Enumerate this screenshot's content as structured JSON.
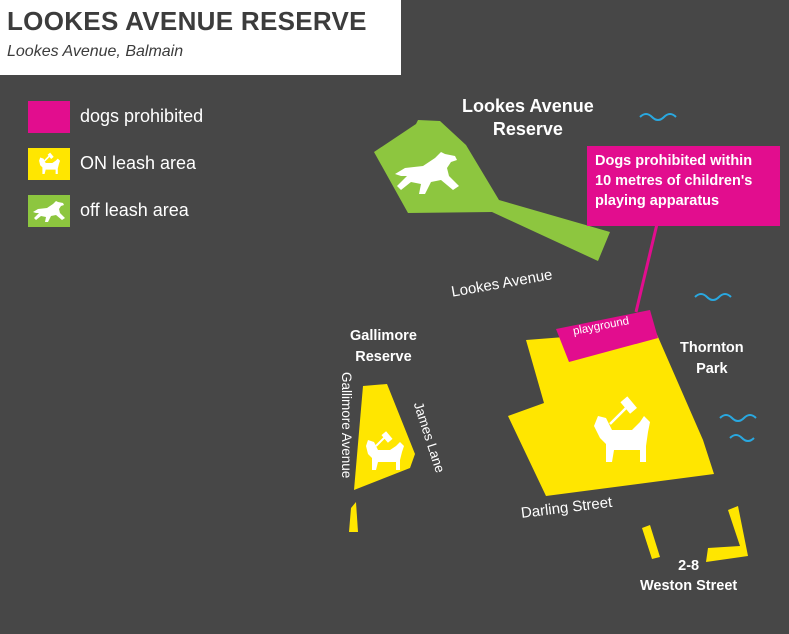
{
  "header": {
    "title": "LOOKES AVENUE RESERVE",
    "subtitle": "Lookes Avenue, Balmain"
  },
  "legend": [
    {
      "label": "dogs prohibited",
      "color": "#e20d8e",
      "icon": "none"
    },
    {
      "label": "ON leash area",
      "color": "#ffe600",
      "icon": "leashed-dog-icon"
    },
    {
      "label": "off leash area",
      "color": "#8dc63f",
      "icon": "running-dog-icon"
    }
  ],
  "areas": {
    "lookes_reserve": {
      "name_line1": "Lookes Avenue",
      "name_line2": "Reserve",
      "zone": "off leash area"
    },
    "gallimore_reserve": {
      "name_line1": "Gallimore",
      "name_line2": "Reserve",
      "zone": "ON leash area"
    },
    "thornton_park": {
      "name_line1": "Thornton",
      "name_line2": "Park",
      "zone": "ON leash area"
    },
    "weston_street": {
      "name_line1": "2-8",
      "name_line2": "Weston Street",
      "zone": "ON leash area"
    },
    "playground": {
      "label": "playground",
      "zone": "dogs prohibited"
    }
  },
  "streets": {
    "lookes_avenue": "Lookes Avenue",
    "gallimore_avenue": "Gallimore Avenue",
    "james_lane": "James Lane",
    "darling_street": "Darling Street"
  },
  "callout": {
    "line1": "Dogs prohibited within",
    "line2": "10 metres of children's",
    "line3": "playing apparatus"
  },
  "colors": {
    "background": "#474747",
    "prohibited": "#e20d8e",
    "on_leash": "#ffe600",
    "off_leash": "#8dc63f",
    "water": "#29a8e0",
    "text": "#ffffff"
  }
}
